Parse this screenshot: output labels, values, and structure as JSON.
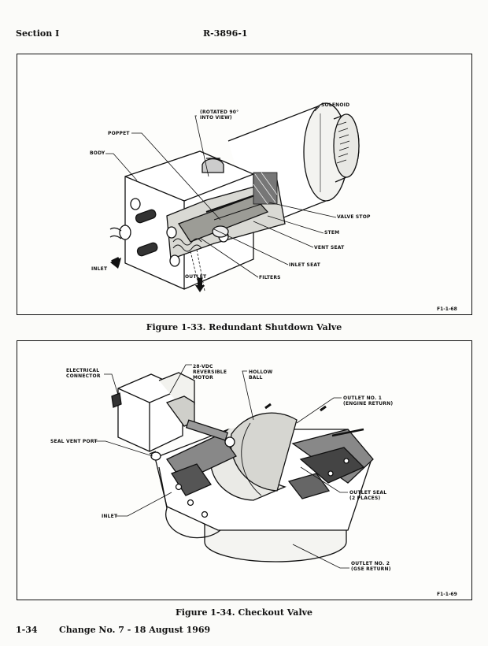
{
  "header": {
    "section": "Section I",
    "doc_number": "R-3896-1"
  },
  "figure1": {
    "labels": {
      "rotated": "(ROTATED 90°\nINTO VIEW)",
      "solenoid": "SOLENOID",
      "poppet": "POPPET",
      "body": "BODY",
      "valve_stop": "VALVE STOP",
      "stem": "STEM",
      "vent_seat": "VENT SEAT",
      "inlet_seat": "INLET SEAT",
      "inlet": "INLET",
      "outlet": "OUTLET",
      "filters": "FILTERS"
    },
    "figure_id": "F1-1-68",
    "caption": "Figure 1-33.  Redundant Shutdown Valve"
  },
  "figure2": {
    "labels": {
      "electrical_connector": "ELECTRICAL\nCONNECTOR",
      "motor": "28-VDC\nREVERSIBLE\nMOTOR",
      "hollow_ball": "HOLLOW\nBALL",
      "outlet1": "OUTLET NO. 1\n(ENGINE RETURN)",
      "seal_vent_port": "SEAL VENT PORT",
      "outlet_seal": "OUTLET SEAL\n(2 PLACES)",
      "inlet": "INLET",
      "outlet2": "OUTLET NO. 2\n(GSE RETURN)"
    },
    "figure_id": "F1-1-69",
    "caption": "Figure 1-34.  Checkout Valve"
  },
  "footer": {
    "page_number": "1-34",
    "change": "Change No. 7 - 18 August 1969"
  }
}
